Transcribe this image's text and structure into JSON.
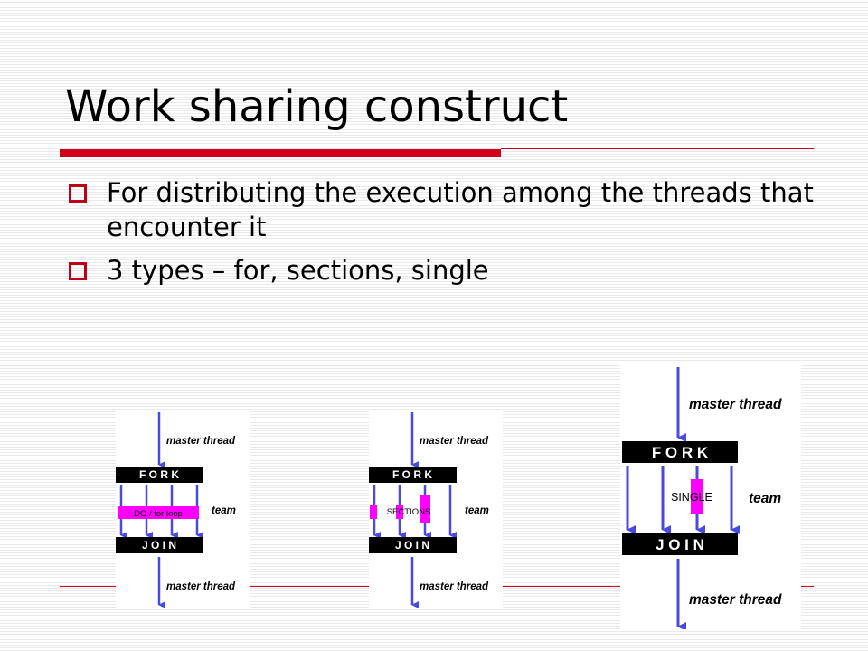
{
  "slide": {
    "title": "Work sharing construct",
    "bullets": [
      "For distributing the execution among the threads that encounter it",
      "3 types – for, sections, single"
    ]
  },
  "colors": {
    "accent": "#d0001c",
    "arrow": "#4a4ae0",
    "highlight": "#ff00ff",
    "bar": "#000000"
  },
  "diagrams": [
    {
      "top_label": "master thread",
      "fork_label": "F O R K",
      "team_label": "team",
      "work_label": "DO / for  loop",
      "join_label": "J O I N",
      "bottom_label": "master thread"
    },
    {
      "top_label": "master thread",
      "fork_label": "F O R K",
      "team_label": "team",
      "work_label": "SECTIONS",
      "join_label": "J O I N",
      "bottom_label": "master thread"
    },
    {
      "top_label": "master thread",
      "fork_label": "F O R K",
      "team_label": "team",
      "work_label": "SINGLE",
      "join_label": "J O I N",
      "bottom_label": "master thread"
    }
  ]
}
